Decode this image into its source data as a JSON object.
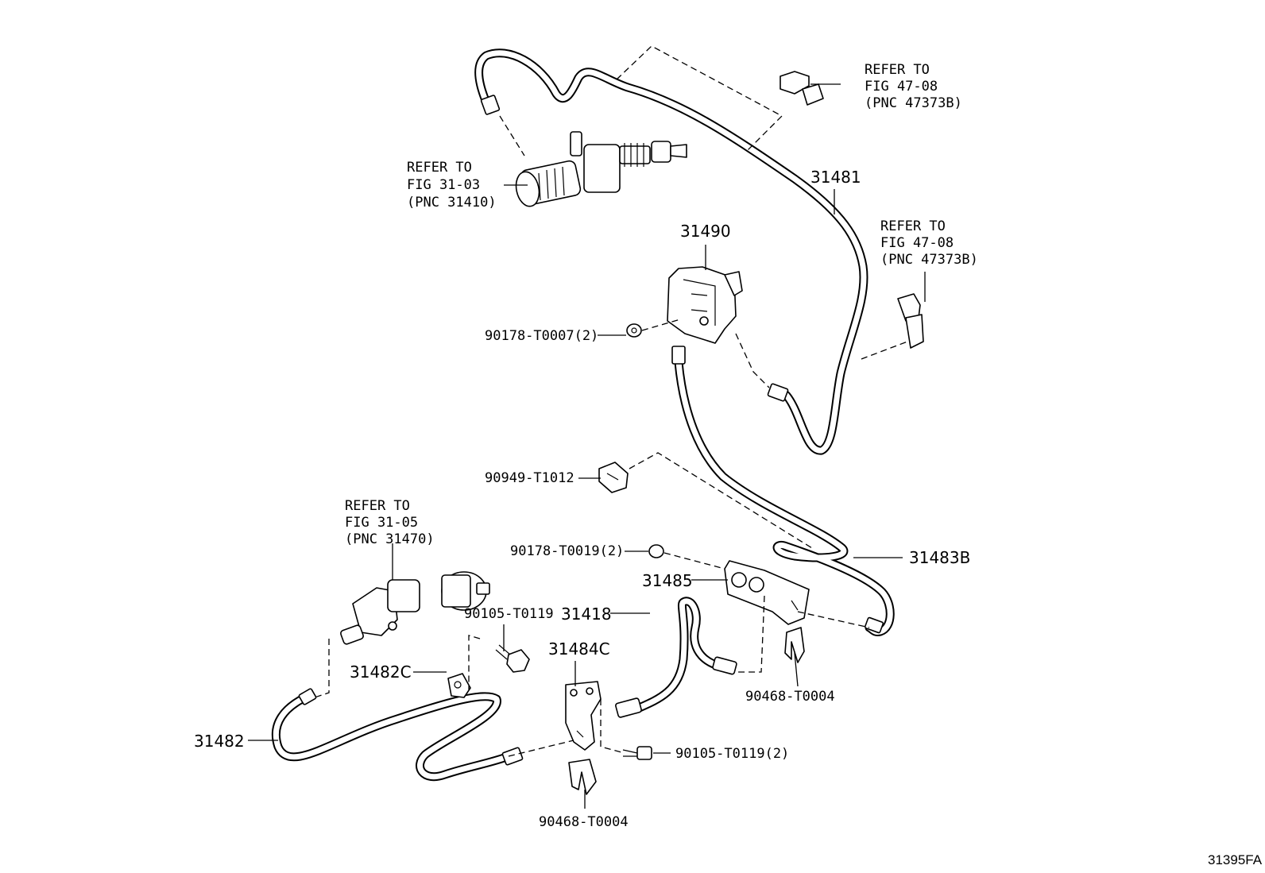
{
  "figure_id": "31395FA",
  "callouts": {
    "ref_master_cylinder": [
      "REFER TO",
      "FIG 31-03",
      "(PNC 31410)"
    ],
    "ref_clamp_top": [
      "REFER TO",
      "FIG 47-08",
      "(PNC 47373B)"
    ],
    "ref_clamp_right": [
      "REFER TO",
      "FIG 47-08",
      "(PNC 47373B)"
    ],
    "ref_release_cylinder": [
      "REFER TO",
      "FIG 31-05",
      "(PNC 31470)"
    ]
  },
  "parts": {
    "p31481": "31481",
    "p31490": "31490",
    "p90178_t0007": "90178-T0007(2)",
    "p90949_t1012": "90949-T1012",
    "p90178_t0019": "90178-T0019(2)",
    "p31483b": "31483B",
    "p31485": "31485",
    "p31418": "31418",
    "p90105_t0119_a": "90105-T0119",
    "p31484c": "31484C",
    "p31482c": "31482C",
    "p31482": "31482",
    "p90468_t0004_right": "90468-T0004",
    "p90105_t0119_b": "90105-T0119(2)",
    "p90468_t0004_bottom": "90468-T0004"
  }
}
